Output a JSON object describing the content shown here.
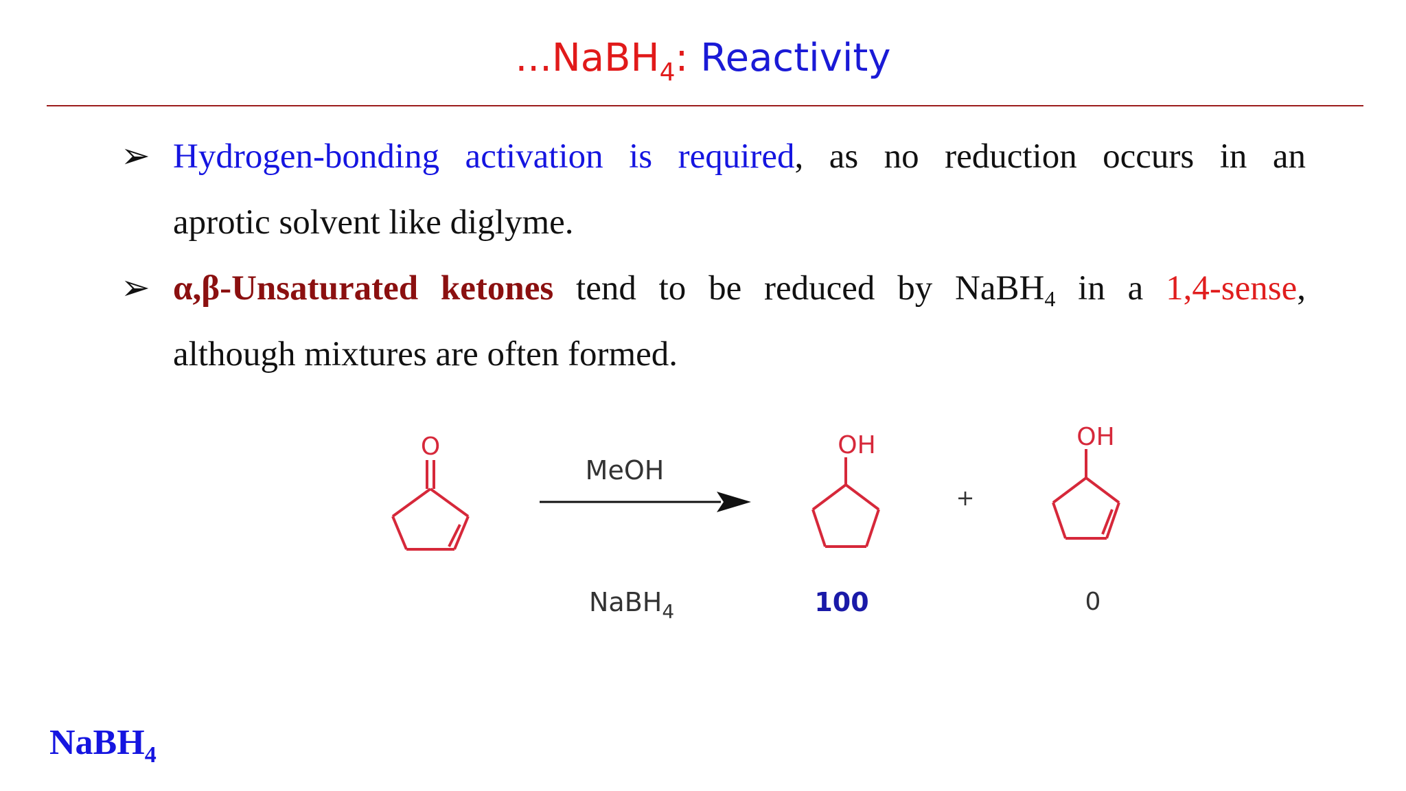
{
  "colors": {
    "title_prefix": "#e11a1a",
    "title_main": "#1a1ad6",
    "rule": "#9b1b1b",
    "blue": "#1515e0",
    "dark_red": "#8b1010",
    "red": "#e01e1e",
    "structure": "#d6283a",
    "scheme_text": "#333333",
    "yield_blue": "#1a1aa8"
  },
  "title": {
    "prefix": "...NaBH",
    "prefix_sub": "4",
    "colon": ":",
    "main": "Reactivity"
  },
  "bullets": [
    {
      "arrow": "➢",
      "highlight": "Hydrogen-bonding activation is required",
      "line1_rest": ", as no reduction occurs in an",
      "line2": "aprotic solvent like diglyme."
    },
    {
      "arrow": "➢",
      "bold": "α,β-Unsaturated ketones",
      "mid1": " tend to be reduced by NaBH",
      "mid_sub": "4",
      "mid2": " in a ",
      "red": "1,4-sense",
      "end": ",",
      "line2": "although mixtures are often formed."
    }
  ],
  "scheme": {
    "ketone_o": "O",
    "reagent_top": "MeOH",
    "plus": "+",
    "product1_oh": "OH",
    "product2_oh": "OH",
    "reagent_bottom": "NaBH",
    "reagent_bottom_sub": "4",
    "yield1": "100",
    "yield2": "0"
  },
  "footer": {
    "label": "NaBH",
    "sub": "4"
  }
}
